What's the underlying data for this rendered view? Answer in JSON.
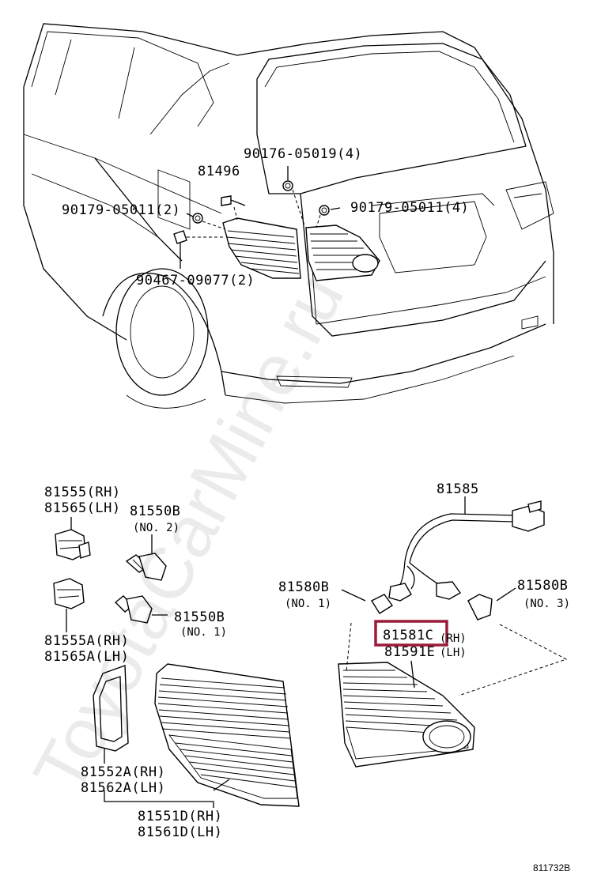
{
  "labels": {
    "screw_90176": "90176-05019(4)",
    "part_81496": "81496",
    "screw_90179_left": "90179-05011(2)",
    "screw_90179_right": "90179-05011(4)",
    "clip_90467": "90467-09077(2)",
    "socket_rh_top": "81555(RH)",
    "socket_lh_top": "81565(LH)",
    "bulb_no2_part": "81550B",
    "bulb_no2_note": "(NO. 2)",
    "bulb_no1_left_part": "81550B",
    "bulb_no1_left_note": "(NO. 1)",
    "socket_rh_bottom": "81555A(RH)",
    "socket_lh_bottom": "81565A(LH)",
    "gasket_rh": "81552A(RH)",
    "gasket_lh": "81562A(LH)",
    "lens_rh": "81551D(RH)",
    "lens_lh": "81561D(LH)",
    "wire_81585": "81585",
    "bulb_right_no1_part": "81580B",
    "bulb_right_no1_note": "(NO. 1)",
    "bulb_right_no3_part": "81580B",
    "bulb_right_no3_note": "(NO. 3)",
    "inner_rh_part": "81581C",
    "inner_rh_suffix": "(RH)",
    "inner_lh_part": "81591E",
    "inner_lh_suffix": "(LH)",
    "diagram_ref": "811732B"
  },
  "watermark": "ToyotaCarMine.ru",
  "highlight_color": "#9b1b3a"
}
